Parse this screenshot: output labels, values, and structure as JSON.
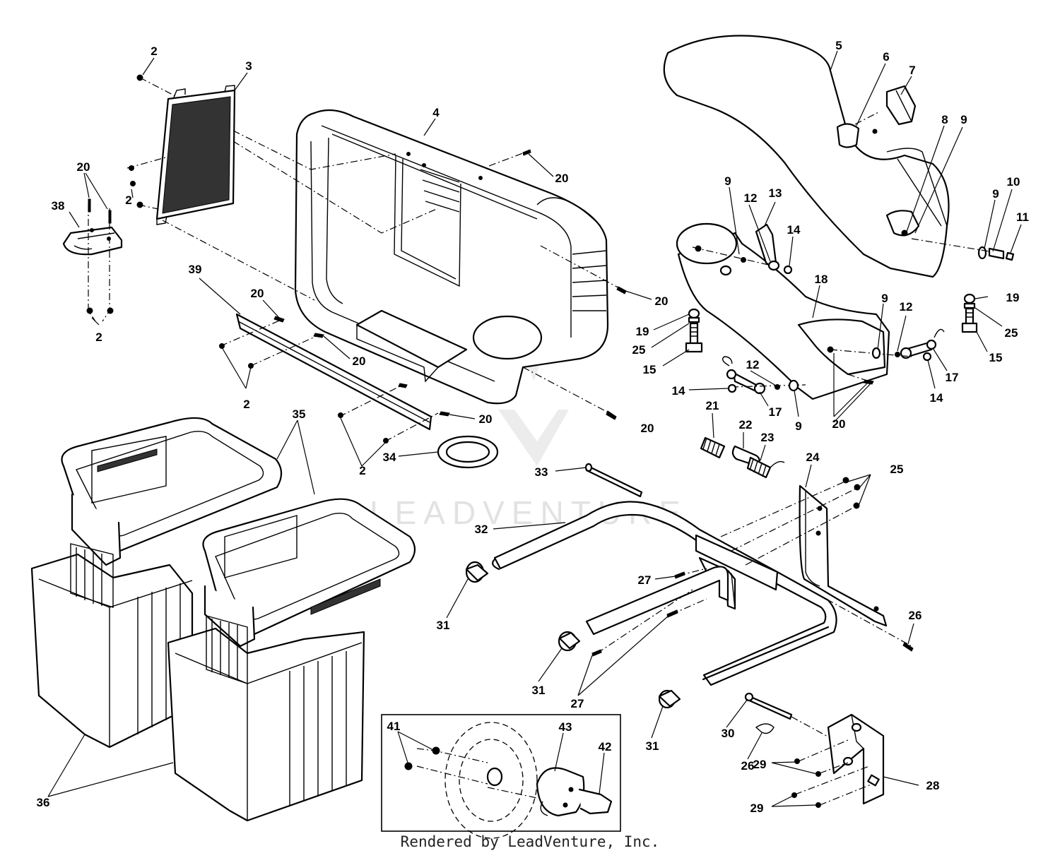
{
  "watermark": {
    "text": "LEADVENTURE"
  },
  "footer": {
    "credit": "Rendered by LeadVenture, Inc."
  },
  "callouts": [
    {
      "id": "c-2a",
      "text": "2"
    },
    {
      "id": "c-3",
      "text": "3"
    },
    {
      "id": "c-4",
      "text": "4"
    },
    {
      "id": "c-5",
      "text": "5"
    },
    {
      "id": "c-6",
      "text": "6"
    },
    {
      "id": "c-7",
      "text": "7"
    },
    {
      "id": "c-8",
      "text": "8"
    },
    {
      "id": "c-9a",
      "text": "9"
    },
    {
      "id": "c-10",
      "text": "10"
    },
    {
      "id": "c-11",
      "text": "11"
    },
    {
      "id": "c-9b",
      "text": "9"
    },
    {
      "id": "c-20a",
      "text": "20"
    },
    {
      "id": "c-38",
      "text": "38"
    },
    {
      "id": "c-2b",
      "text": "2"
    },
    {
      "id": "c-20b",
      "text": "20"
    },
    {
      "id": "c-2c",
      "text": "2"
    },
    {
      "id": "c-9c",
      "text": "9"
    },
    {
      "id": "c-12a",
      "text": "12"
    },
    {
      "id": "c-13",
      "text": "13"
    },
    {
      "id": "c-14a",
      "text": "14"
    },
    {
      "id": "c-39",
      "text": "39"
    },
    {
      "id": "c-20c",
      "text": "20"
    },
    {
      "id": "c-20d",
      "text": "20"
    },
    {
      "id": "c-18",
      "text": "18"
    },
    {
      "id": "c-19a",
      "text": "19"
    },
    {
      "id": "c-25a",
      "text": "25"
    },
    {
      "id": "c-15a",
      "text": "15"
    },
    {
      "id": "c-9d",
      "text": "9"
    },
    {
      "id": "c-12b",
      "text": "12"
    },
    {
      "id": "c-19b",
      "text": "19"
    },
    {
      "id": "c-25b",
      "text": "25"
    },
    {
      "id": "c-15b",
      "text": "15"
    },
    {
      "id": "c-20e",
      "text": "20"
    },
    {
      "id": "c-2d",
      "text": "2"
    },
    {
      "id": "c-12c",
      "text": "12"
    },
    {
      "id": "c-17a",
      "text": "17"
    },
    {
      "id": "c-14b",
      "text": "14"
    },
    {
      "id": "c-17b",
      "text": "17"
    },
    {
      "id": "c-14c",
      "text": "14"
    },
    {
      "id": "c-9e",
      "text": "9"
    },
    {
      "id": "c-20f",
      "text": "20"
    },
    {
      "id": "c-35",
      "text": "35"
    },
    {
      "id": "c-20g",
      "text": "20"
    },
    {
      "id": "c-20h",
      "text": "20"
    },
    {
      "id": "c-21",
      "text": "21"
    },
    {
      "id": "c-22",
      "text": "22"
    },
    {
      "id": "c-23",
      "text": "23"
    },
    {
      "id": "c-34",
      "text": "34"
    },
    {
      "id": "c-2e",
      "text": "2"
    },
    {
      "id": "c-24",
      "text": "24"
    },
    {
      "id": "c-25c",
      "text": "25"
    },
    {
      "id": "c-33",
      "text": "33"
    },
    {
      "id": "c-32",
      "text": "32"
    },
    {
      "id": "c-27a",
      "text": "27"
    },
    {
      "id": "c-31a",
      "text": "31"
    },
    {
      "id": "c-26a",
      "text": "26"
    },
    {
      "id": "c-31b",
      "text": "31"
    },
    {
      "id": "c-27b",
      "text": "27"
    },
    {
      "id": "c-41",
      "text": "41"
    },
    {
      "id": "c-43",
      "text": "43"
    },
    {
      "id": "c-42",
      "text": "42"
    },
    {
      "id": "c-31c",
      "text": "31"
    },
    {
      "id": "c-30",
      "text": "30"
    },
    {
      "id": "c-26b",
      "text": "26"
    },
    {
      "id": "c-29a",
      "text": "29"
    },
    {
      "id": "c-28",
      "text": "28"
    },
    {
      "id": "c-36",
      "text": "36"
    },
    {
      "id": "c-29b",
      "text": "29"
    }
  ]
}
